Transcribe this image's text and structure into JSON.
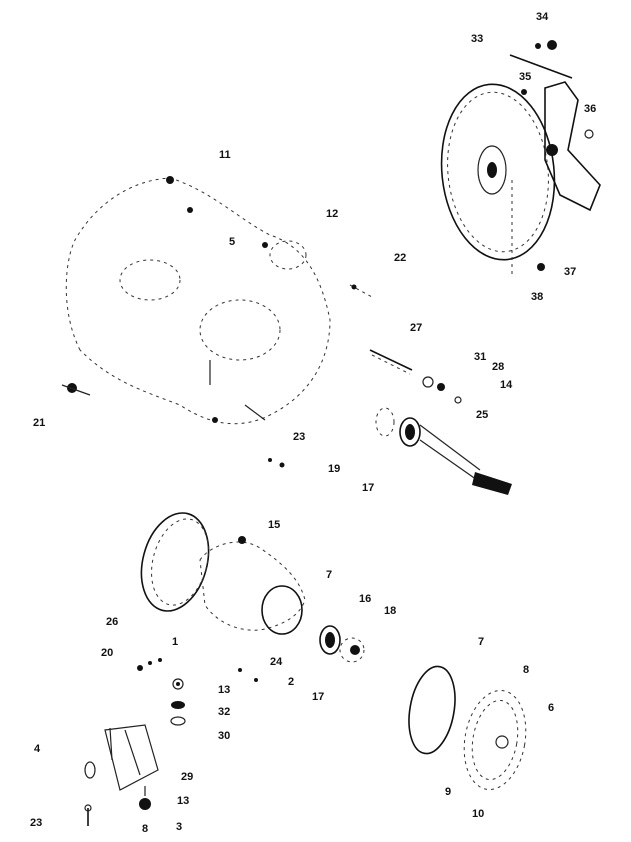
{
  "labels": [
    "34",
    "33",
    "35",
    "36",
    "37",
    "38",
    "11",
    "12",
    "5",
    "22",
    "21",
    "27",
    "31",
    "28",
    "14",
    "25",
    "23",
    "19",
    "17",
    "15",
    "7",
    "16",
    "18",
    "26",
    "1",
    "20",
    "13",
    "24",
    "2",
    "17",
    "32",
    "30",
    "7",
    "8",
    "6",
    "4",
    "29",
    "9",
    "13",
    "10",
    "23",
    "8",
    "3"
  ]
}
